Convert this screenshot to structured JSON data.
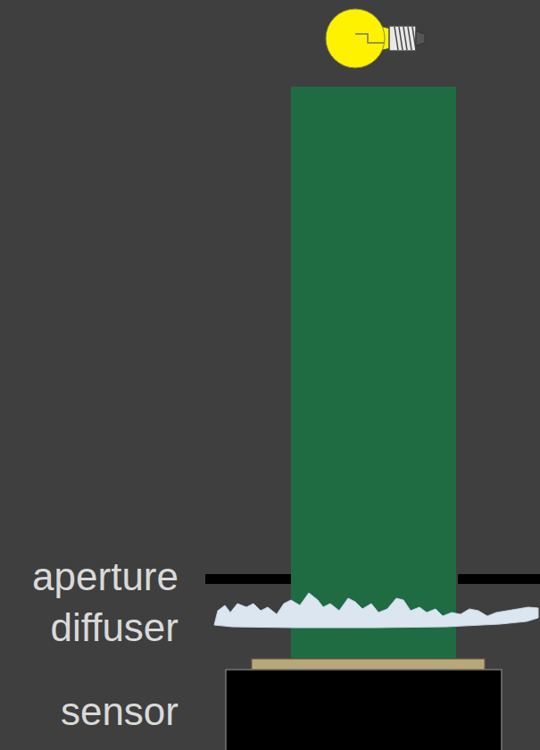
{
  "diagram": {
    "labels": [
      "aperture",
      "diffuser",
      "sensor"
    ]
  }
}
